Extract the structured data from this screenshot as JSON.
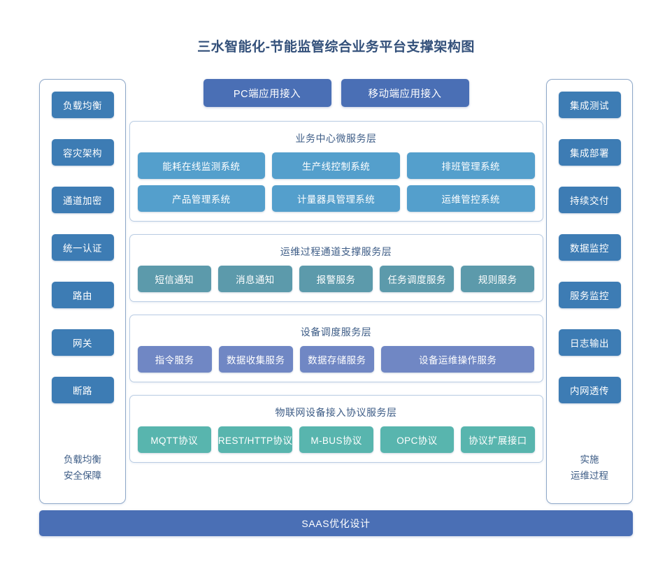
{
  "title": "三水智能化-节能监管综合业务平台支撑架构图",
  "access": {
    "buttons": [
      {
        "label": "PC端应用接入"
      },
      {
        "label": "移动端应用接入"
      }
    ]
  },
  "left_sidebar": {
    "items": [
      {
        "label": "负载均衡"
      },
      {
        "label": "容灾架构"
      },
      {
        "label": "通道加密"
      },
      {
        "label": "统一认证"
      },
      {
        "label": "路由"
      },
      {
        "label": "网关"
      },
      {
        "label": "断路"
      }
    ],
    "footer": [
      "负载均衡",
      "安全保障"
    ]
  },
  "right_sidebar": {
    "items": [
      {
        "label": "集成测试"
      },
      {
        "label": "集成部署"
      },
      {
        "label": "持续交付"
      },
      {
        "label": "数据监控"
      },
      {
        "label": "服务监控"
      },
      {
        "label": "日志输出"
      },
      {
        "label": "内网透传"
      }
    ],
    "footer": [
      "实施",
      "运维过程"
    ]
  },
  "layers": [
    {
      "title": "业务中心微服务层",
      "rows": [
        [
          {
            "label": "能耗在线监测系统"
          },
          {
            "label": "生产线控制系统"
          },
          {
            "label": "排班管理系统"
          }
        ],
        [
          {
            "label": "产品管理系统"
          },
          {
            "label": "计量器具管理系统"
          },
          {
            "label": "运维管控系统"
          }
        ]
      ]
    },
    {
      "title": "运维过程通道支撑服务层",
      "rows": [
        [
          {
            "label": "短信通知"
          },
          {
            "label": "消息通知"
          },
          {
            "label": "报警服务"
          },
          {
            "label": "任务调度服务"
          },
          {
            "label": "规则服务"
          }
        ]
      ]
    },
    {
      "title": "设备调度服务层",
      "rows": [
        [
          {
            "label": "指令服务"
          },
          {
            "label": "数据收集服务"
          },
          {
            "label": "数据存储服务"
          },
          {
            "label": "设备运维操作服务",
            "wide": true
          }
        ]
      ]
    },
    {
      "title": "物联网设备接入协议服务层",
      "rows": [
        [
          {
            "label": "MQTT协议"
          },
          {
            "label": "REST/HTTP协议"
          },
          {
            "label": "M-BUS协议"
          },
          {
            "label": "OPC协议"
          },
          {
            "label": "协议扩展接口"
          }
        ]
      ]
    }
  ],
  "footer_bar": {
    "label": "SAAS优化设计"
  },
  "colors": {
    "title": "#33507a",
    "sidebar_button": "#3d7cb4",
    "access_button": "#4a6fb5",
    "business_layer": "#549fcc",
    "ops_layer": "#5c9aab",
    "device_layer": "#7087c4",
    "iot_layer": "#58b5ae",
    "saas_bar": "#4a6fb5",
    "panel_border": "#b9cce3"
  }
}
